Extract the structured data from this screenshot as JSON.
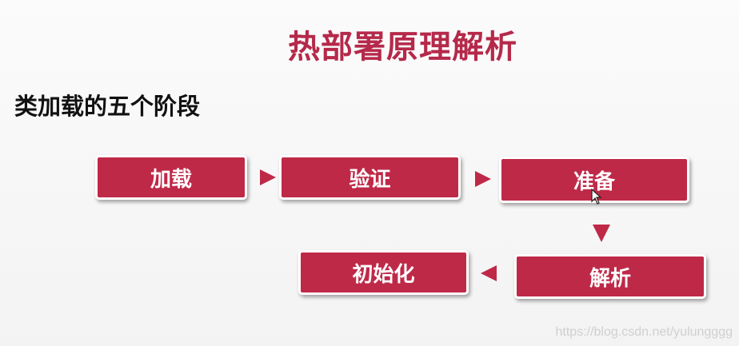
{
  "title": "热部署原理解析",
  "subtitle": "类加载的五个阶段",
  "steps": [
    {
      "label": "加载"
    },
    {
      "label": "验证"
    },
    {
      "label": "准备"
    },
    {
      "label": "解析"
    },
    {
      "label": "初始化"
    }
  ],
  "watermark": "https://blog.csdn.net/yulungggg",
  "colors": {
    "accent": "#bf2948",
    "title": "#b5294a",
    "text": "#111111",
    "box_text": "#ffffff"
  },
  "icons": [
    "arrow-right-icon",
    "arrow-down-icon",
    "arrow-left-icon",
    "mouse-cursor-icon"
  ]
}
